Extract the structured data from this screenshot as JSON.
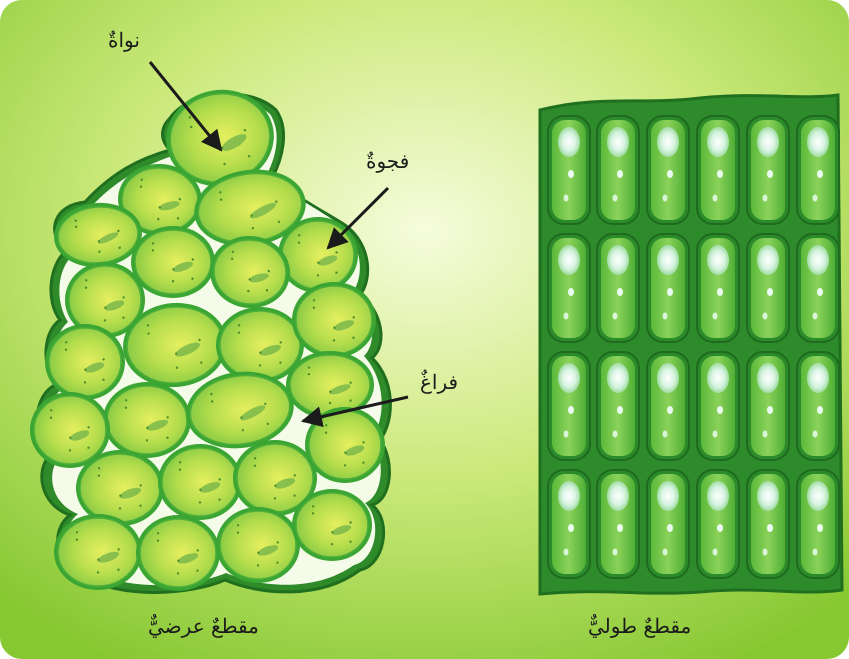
{
  "labels": {
    "nucleus": "نواةٌ",
    "vacuole": "فجوةٌ",
    "intercellular_space": "فراغٌ",
    "cross_section": "مقطعٌ عرضيٌّ",
    "longitudinal_section": "مقطعٌ طوليٌّ"
  },
  "colors": {
    "background_light": "#f3fbd4",
    "background_dark": "#8ccc37",
    "outline_dark": "#2f8a2a",
    "cell_fill": "#8ed14a",
    "cell_highlight": "#e4ee5a",
    "cell_wall": "#3aa532",
    "vacuole_highlight": "#e9fbf0"
  },
  "icons": [
    "arrow-icon"
  ]
}
